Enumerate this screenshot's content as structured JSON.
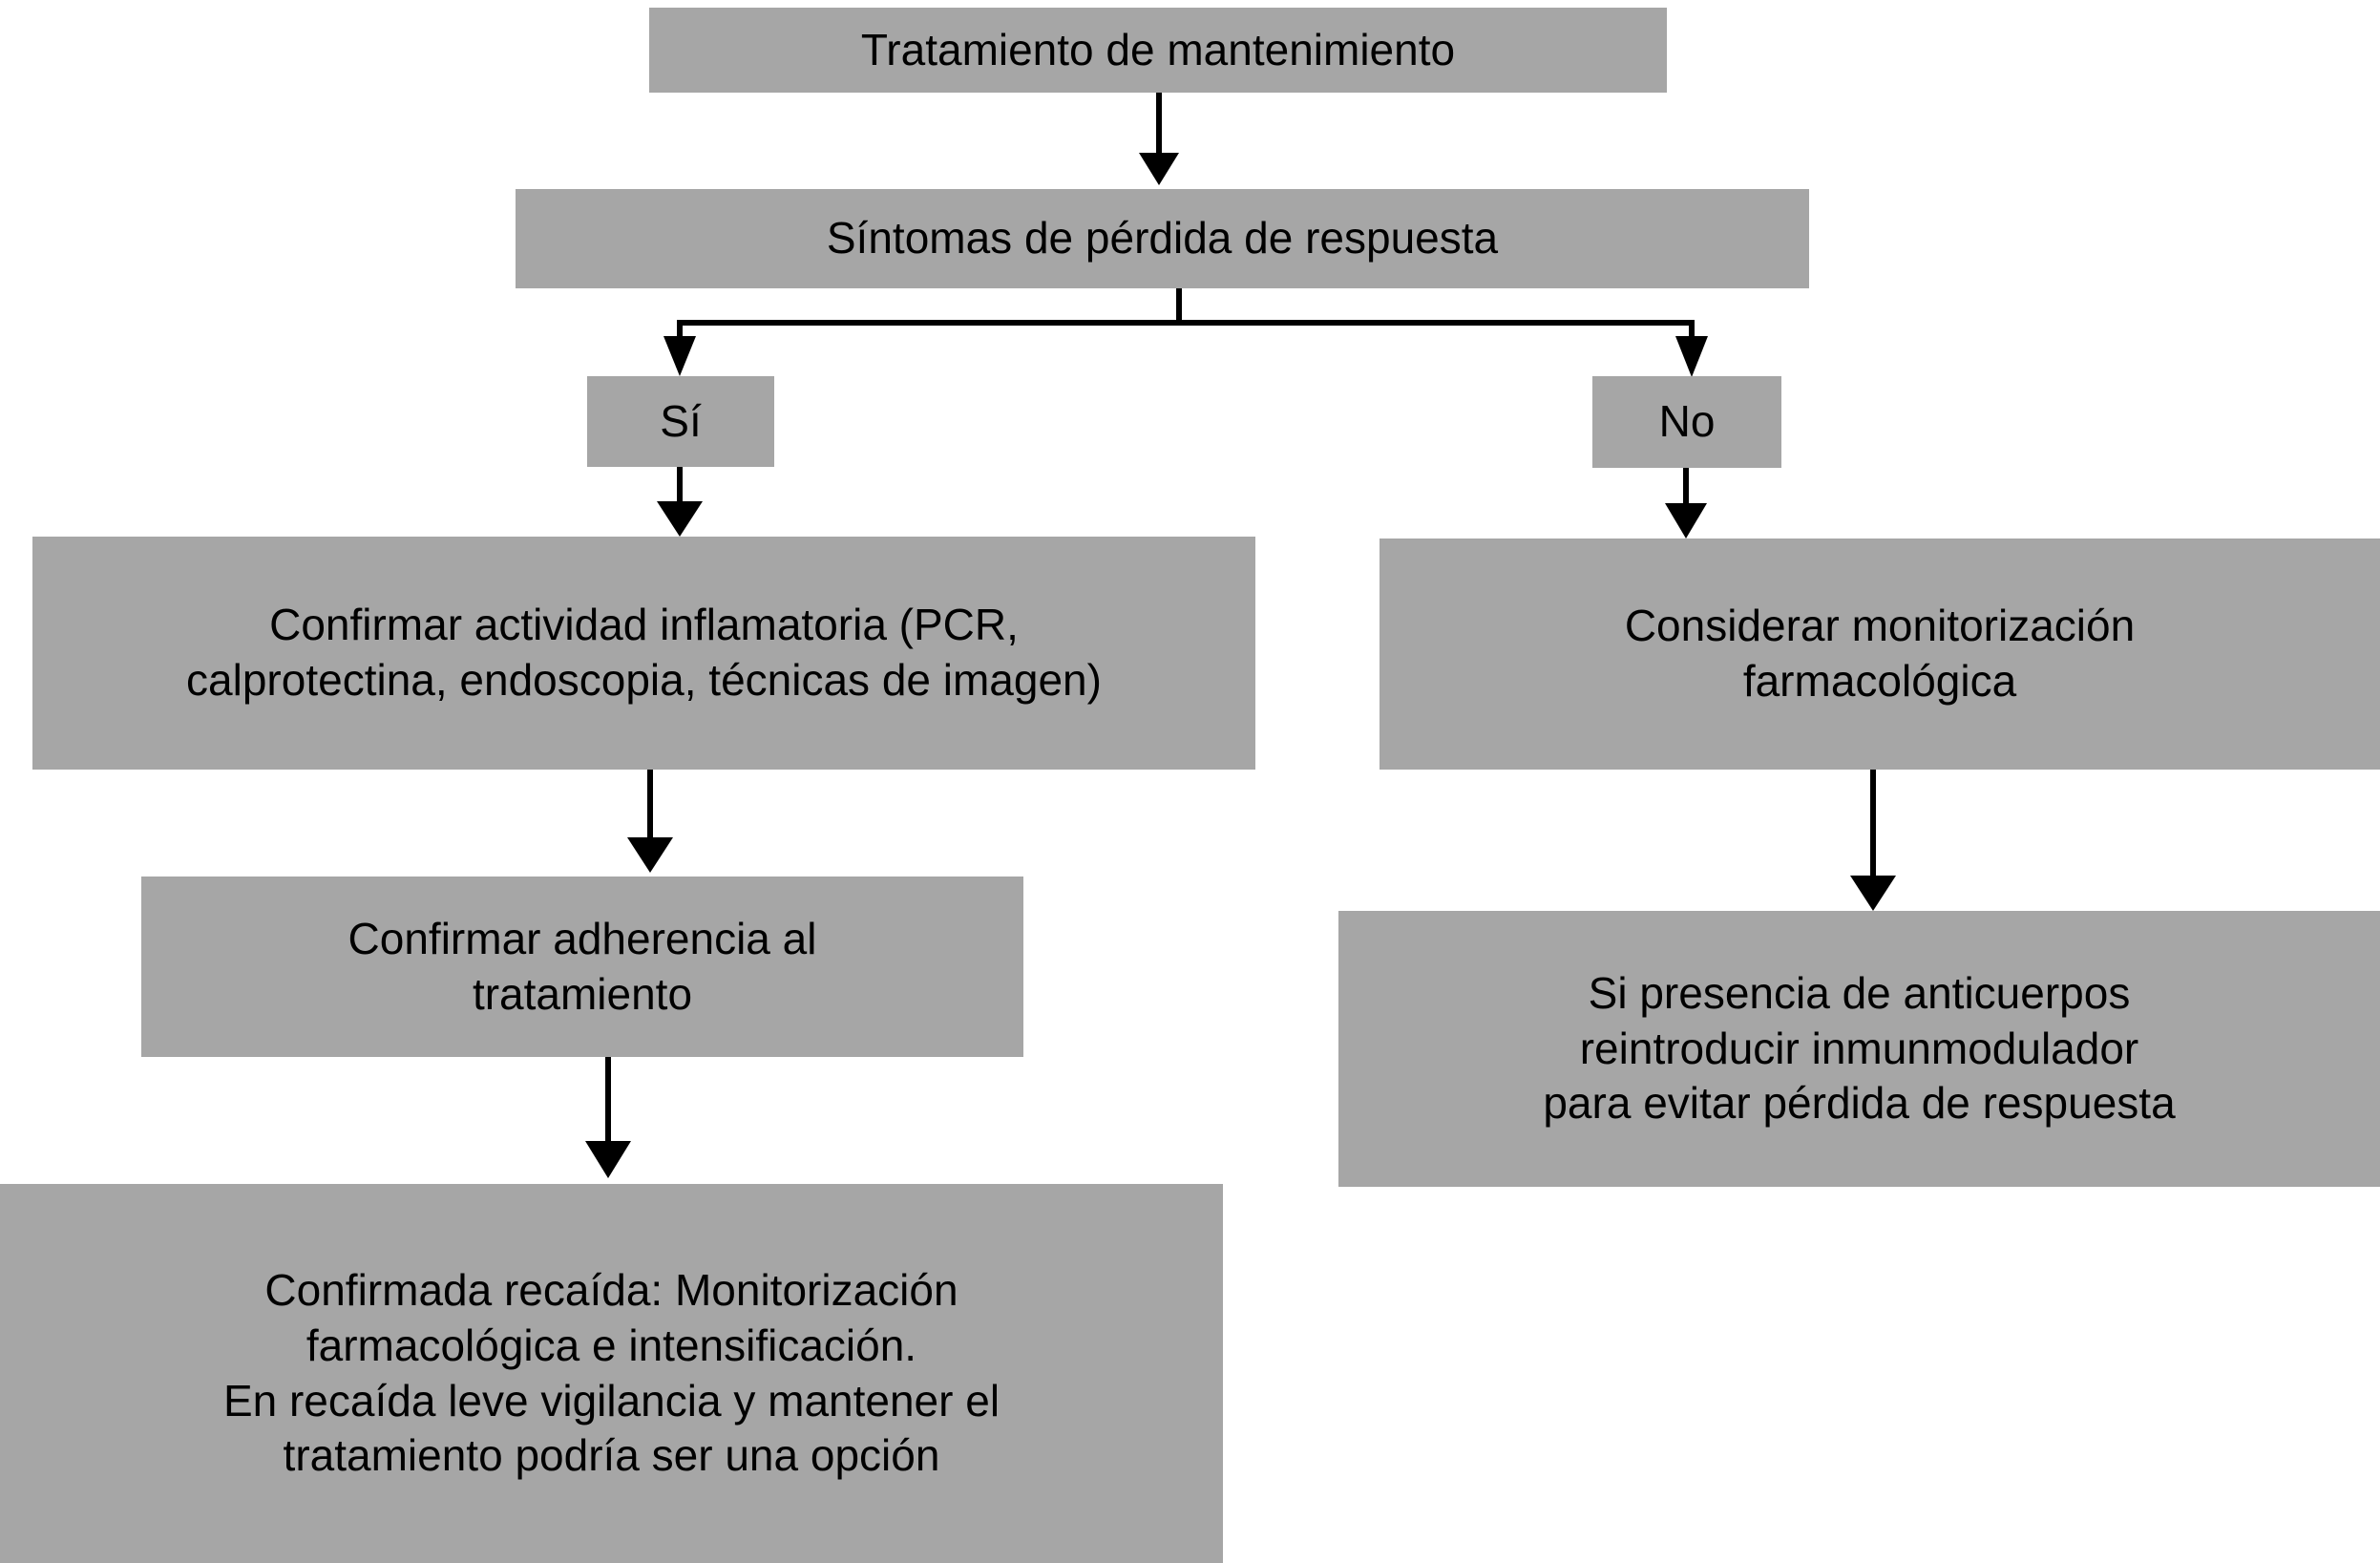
{
  "diagram": {
    "title_text": "Tratamiento de mantenimiento",
    "background_color": "#ffffff",
    "node_fill_color": "#a6a6a6",
    "node_text_color": "#000000",
    "connector_color": "#000000",
    "nodes": [
      {
        "id": "maintenance-treatment",
        "label": "Tratamiento de mantenimiento"
      },
      {
        "id": "loss-of-response-symptoms",
        "label": "Síntomas de pérdida de respuesta"
      },
      {
        "id": "branch-yes",
        "label": "Sí"
      },
      {
        "id": "branch-no",
        "label": "No"
      },
      {
        "id": "confirm-inflammatory-activity",
        "label": "Confirmar actividad inflamatoria (PCR,\ncalprotectina, endoscopia, técnicas de imagen)"
      },
      {
        "id": "consider-drug-monitoring",
        "label": "Considerar monitorización\nfarmacológica"
      },
      {
        "id": "confirm-treatment-adherence",
        "label": "Confirmar adherencia al\ntratamiento"
      },
      {
        "id": "antibody-presence",
        "label": "Si presencia de anticuerpos\nreintroducir inmunmodulador\npara evitar pérdida de respuesta"
      },
      {
        "id": "confirmed-relapse",
        "label": "Confirmada recaída: Monitorización\nfarmacológica e intensificación.\nEn recaída leve vigilancia y mantener el\ntratamiento podría ser una opción"
      }
    ],
    "edges": [
      {
        "from": "maintenance-treatment",
        "to": "loss-of-response-symptoms",
        "label": ""
      },
      {
        "from": "loss-of-response-symptoms",
        "to": "branch-yes",
        "label": "Sí"
      },
      {
        "from": "loss-of-response-symptoms",
        "to": "branch-no",
        "label": "No"
      },
      {
        "from": "branch-yes",
        "to": "confirm-inflammatory-activity",
        "label": ""
      },
      {
        "from": "branch-no",
        "to": "consider-drug-monitoring",
        "label": ""
      },
      {
        "from": "confirm-inflammatory-activity",
        "to": "confirm-treatment-adherence",
        "label": ""
      },
      {
        "from": "confirm-treatment-adherence",
        "to": "confirmed-relapse",
        "label": ""
      },
      {
        "from": "consider-drug-monitoring",
        "to": "antibody-presence",
        "label": ""
      }
    ]
  }
}
